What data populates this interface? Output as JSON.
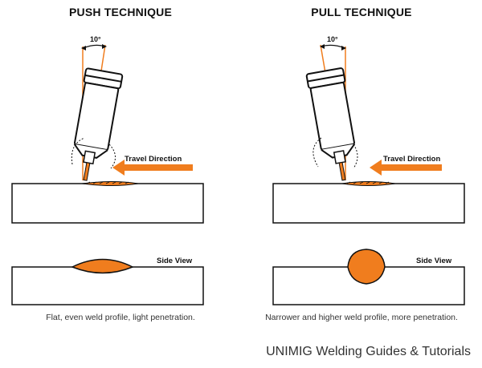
{
  "panels": [
    {
      "title": "PUSH TECHNIQUE",
      "angle_label": "10°",
      "travel_label": "Travel Direction",
      "side_view_label": "Side View",
      "caption": "Flat, even weld profile, light penetration."
    },
    {
      "title": "PULL TECHNIQUE",
      "angle_label": "10°",
      "travel_label": "Travel Direction",
      "side_view_label": "Side View",
      "caption": "Narrower and higher weld profile, more penetration."
    }
  ],
  "footer": "UNIMIG Welding Guides & Tutorials",
  "colors": {
    "accent": "#f07d1e",
    "outline": "#111111"
  }
}
